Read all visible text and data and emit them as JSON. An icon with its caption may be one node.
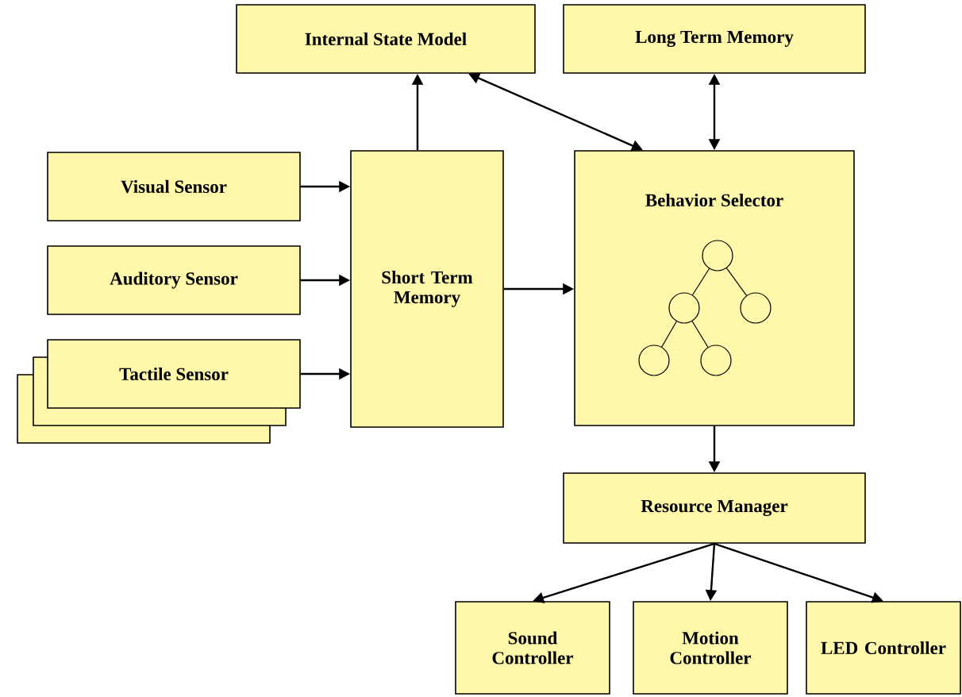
{
  "diagram": {
    "nodes": [
      {
        "text": [
          "Internal State Model"
        ]
      },
      {
        "text": [
          "Long Term Memory"
        ]
      },
      {
        "text": [
          "Visual Sensor"
        ]
      },
      {
        "text": [
          "Auditory Sensor"
        ]
      },
      {
        "text": [
          "Tactile Sensor"
        ]
      },
      {
        "text": [
          "Short Term Memory"
        ]
      },
      {
        "text": [
          "Behavior Selector"
        ]
      },
      {
        "text": [
          "Resource Manager"
        ]
      },
      {
        "text": [
          "Sound Controller"
        ]
      },
      {
        "text": [
          "Motion Controller"
        ]
      },
      {
        "text": [
          "LED Controller"
        ]
      }
    ],
    "edges": [
      {
        "from": 5,
        "to": 0,
        "arrow": "to"
      },
      {
        "from": 0,
        "to": 6,
        "arrow": "both"
      },
      {
        "from": 1,
        "to": 6,
        "arrow": "both"
      },
      {
        "from": 2,
        "to": 5,
        "arrow": "to"
      },
      {
        "from": 3,
        "to": 5,
        "arrow": "to"
      },
      {
        "from": 4,
        "to": 5,
        "arrow": "to"
      },
      {
        "from": 5,
        "to": 6,
        "arrow": "to"
      },
      {
        "from": 6,
        "to": 7,
        "arrow": "to"
      },
      {
        "from": 7,
        "to": 8,
        "arrow": "to"
      },
      {
        "from": 7,
        "to": 9,
        "arrow": "to"
      },
      {
        "from": 7,
        "to": 10,
        "arrow": "to"
      }
    ]
  }
}
